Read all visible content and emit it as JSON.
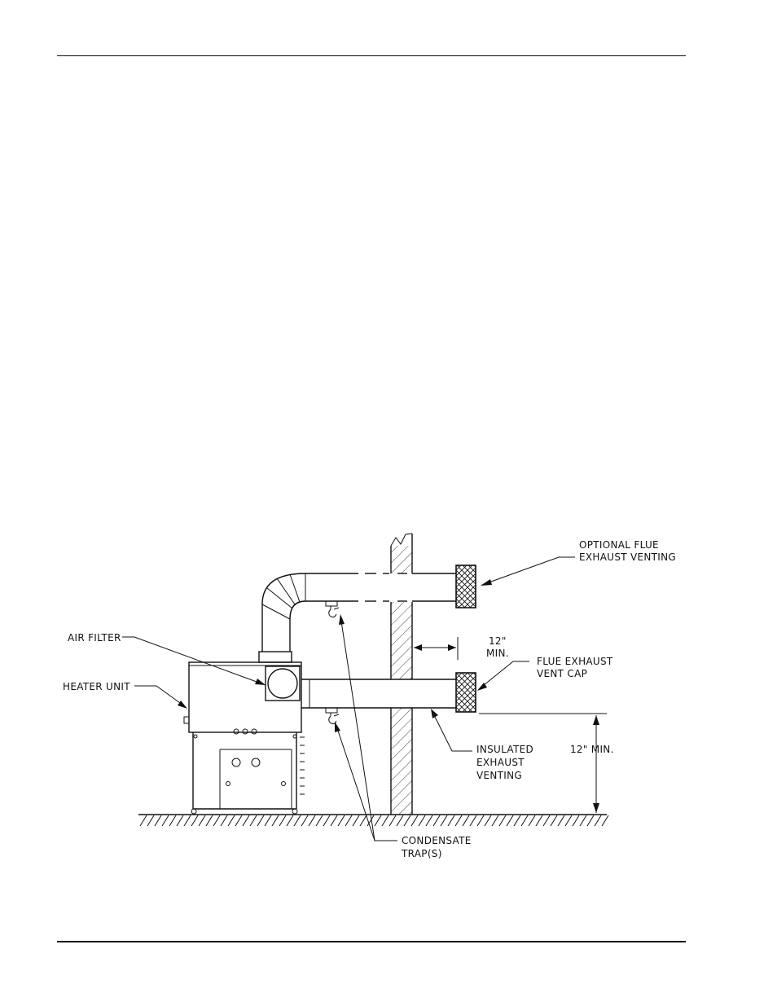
{
  "labels": {
    "optional_flue": [
      "OPTIONAL FLUE",
      "EXHAUST VENTING"
    ],
    "air_filter": "AIR FILTER",
    "heater_unit": "HEATER UNIT",
    "dim_12_min_top": [
      "12\"",
      "MIN."
    ],
    "flue_vent_cap": [
      "FLUE EXHAUST",
      "VENT CAP"
    ],
    "insulated_venting": [
      "INSULATED",
      "EXHAUST",
      "VENTING"
    ],
    "dim_12_min_right": "12\" MIN.",
    "condensate_trap": [
      "CONDENSATE",
      "TRAP(S)"
    ]
  }
}
